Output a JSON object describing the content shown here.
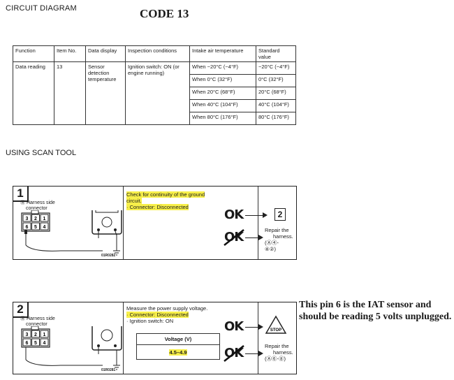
{
  "headings": {
    "circuit": "CIRCUIT DIAGRAM",
    "code": "CODE 13",
    "scan_tool": "USING SCAN TOOL"
  },
  "spec_table": {
    "headers": [
      "Function",
      "Item No.",
      "Data display",
      "Inspection conditions",
      "Intake air temperature",
      "Standard value"
    ],
    "function": "Data reading",
    "item_no": "13",
    "data_display": "Sensor detection temperature",
    "inspection": "Ignition switch: ON (or engine running)",
    "rows": [
      {
        "intake": "When −20°C (−4°F)",
        "standard": "−20°C (−4°F)"
      },
      {
        "intake": "When 0°C (32°F)",
        "standard": "0°C (32°F)"
      },
      {
        "intake": "When 20°C (68°F)",
        "standard": "20°C (68°F)"
      },
      {
        "intake": "When 40°C (104°F)",
        "standard": "40°C (104°F)"
      },
      {
        "intake": "When 80°C (176°F)",
        "standard": "80°C (176°F)"
      }
    ]
  },
  "step1": {
    "number": "1",
    "connector_label_a": "Ⓐ Harness side",
    "connector_label_b": "connector",
    "pins_top": [
      "3",
      "2",
      "1"
    ],
    "pins_bottom": [
      "6",
      "5",
      "4"
    ],
    "fig_code": "01R0282",
    "instruction_line1": "Check for continuity of the ground",
    "instruction_line2": "circuit.",
    "instruction_line3": "· Connector: Disconnected",
    "ok_label": "OK",
    "ng_label": "OK",
    "next_step": "2",
    "repair_line1": "Repair the",
    "repair_line2": "harness.",
    "repair_line3": "(Ⓐ④-",
    "repair_line4": "④②)"
  },
  "step2": {
    "number": "2",
    "connector_label_a": "Ⓐ Harness side",
    "connector_label_b": "connector",
    "pins_top": [
      "3",
      "2",
      "1"
    ],
    "pins_bottom": [
      "6",
      "5",
      "4"
    ],
    "fig_code": "01R0281",
    "instruction_line1": "Measure the power supply voltage.",
    "instruction_line2": "· Connector: Disconnected",
    "instruction_line3": "· Ignition switch: ON",
    "voltage_header": "Voltage (V)",
    "voltage_value": "4.5–4.9",
    "ok_label": "OK",
    "ng_label": "OK",
    "stop_label": "STOP",
    "repair_line1": "Repair the",
    "repair_line2": "harness.",
    "repair_line3": "(Ⓐ⑥-⑧)"
  },
  "note": "This pin 6 is the IAT sensor and should be reading 5 volts unplugged."
}
